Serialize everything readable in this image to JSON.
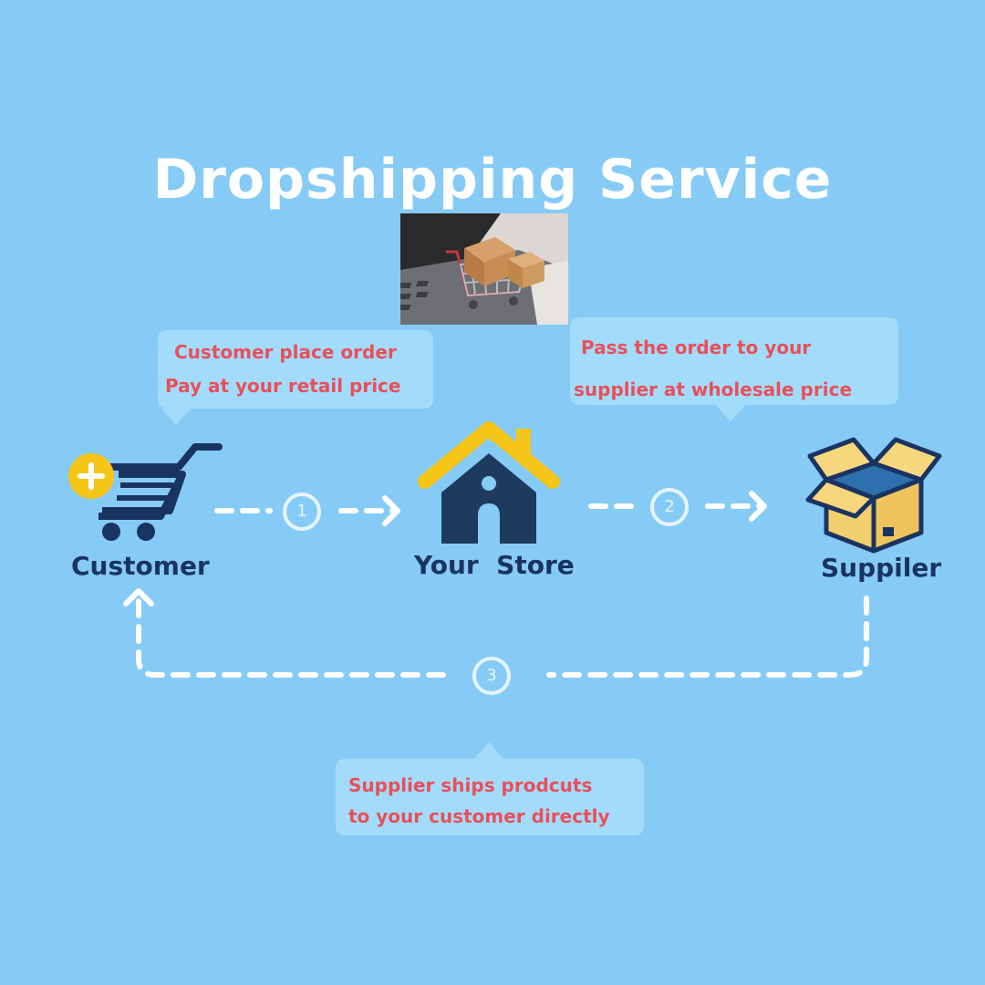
{
  "title": "Dropshipping Service",
  "nodes": {
    "customer": "Customer",
    "store": "Your  Store",
    "supplier": "Suppiler"
  },
  "steps": [
    "1",
    "2",
    "3"
  ],
  "callouts": {
    "order": {
      "line1": "Customer place order",
      "line2": "Pay at your retail price"
    },
    "pass": {
      "line1": "Pass the order to your",
      "line2": "supplier at wholesale price"
    },
    "ship": {
      "line1": "Supplier ships prodcuts",
      "line2": "to your customer directly"
    }
  },
  "colors": {
    "background": "#86cbf6",
    "callout_text": "#e8505b",
    "label_text": "#1a3461",
    "accent_yellow": "#f5c518",
    "arrow": "#ffffff"
  },
  "icons": [
    "shopping-cart-plus-icon",
    "house-icon",
    "open-box-icon"
  ]
}
